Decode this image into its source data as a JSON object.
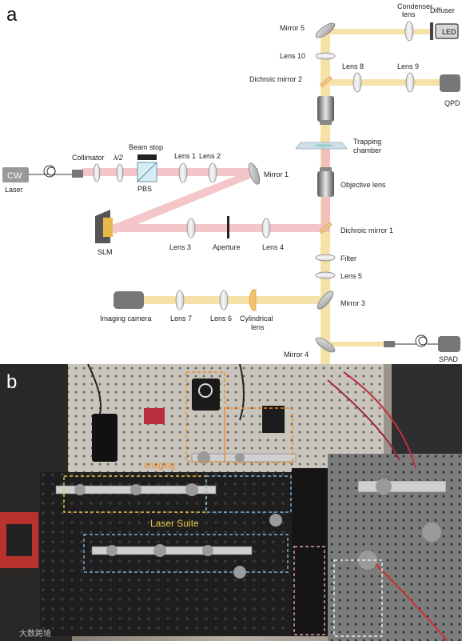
{
  "panel_a": {
    "letter": "a",
    "labels": {
      "condenser_lens": "Condenser lens",
      "diffuser": "Diffuser",
      "led": "LED",
      "mirror5": "Mirror 5",
      "lens10": "Lens 10",
      "lens8": "Lens 8",
      "lens9": "Lens 9",
      "dichroic2": "Dichroic mirror 2",
      "qpd": "QPD",
      "trapping_chamber": "Trapping chamber",
      "objective_lens": "Objective lens",
      "cw": "CW",
      "laser": "Laser",
      "collimator": "Collimator",
      "half_wave": "λ/2",
      "beam_stop": "Beam stop",
      "pbs": "PBS",
      "lens1": "Lens 1",
      "lens2": "Lens 2",
      "mirror1": "Mirror 1",
      "slm": "SLM",
      "lens3": "Lens 3",
      "aperture": "Aperture",
      "lens4": "Lens 4",
      "dichroic1": "Dichroic mirror 1",
      "filter": "Filter",
      "lens5": "Lens 5",
      "imaging_camera": "Imaging camera",
      "lens7": "Lens 7",
      "lens6": "Lens 6",
      "cylindrical_lens": "Cylindrical lens",
      "mirror3": "Mirror 3",
      "mirror4": "Mirror 4",
      "spad": "SPAD"
    }
  },
  "panel_b": {
    "letter": "b",
    "imaging_label": "Imaging",
    "laser_suite_label": "Laser Suite",
    "watermark": "大数跨境"
  },
  "colors": {
    "laser_beam": "#f2b8be",
    "imaging_beam": "#f4dd9a",
    "label_orange": "#f08a24",
    "label_yellow": "#e8c64a",
    "label_blue": "#7fb0d8"
  }
}
